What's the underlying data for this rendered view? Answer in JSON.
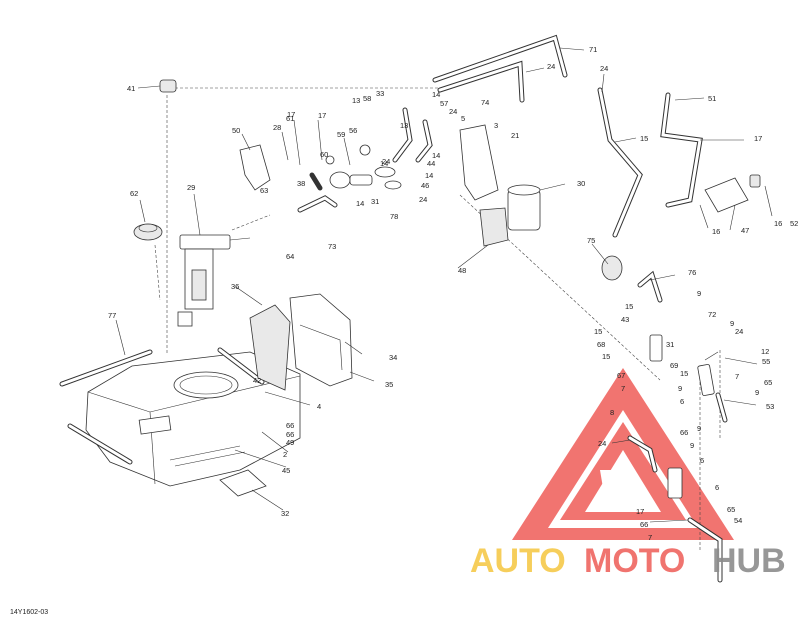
{
  "diagram_code": "14Y1602-03",
  "watermark": {
    "auto": "AUTO",
    "moto": "MOTO",
    "hub": "HUB",
    "color_yellow": "#f6c94a",
    "color_red": "#ee5c57",
    "color_gray": "#8c8c8c"
  },
  "labels": {
    "n41": "41",
    "n50": "50",
    "n28": "28",
    "n61": "61",
    "n17a": "17",
    "n17b": "17",
    "n60": "60",
    "n59": "59",
    "n56": "56",
    "n13a": "13",
    "n58": "58",
    "n33": "33",
    "n14a": "14",
    "n57": "57",
    "n13b": "13",
    "n24a": "24",
    "n5": "5",
    "n74": "74",
    "n3": "3",
    "n21": "21",
    "n71": "71",
    "n24b": "24",
    "n24c": "24",
    "n51": "51",
    "n15a": "15",
    "n17c": "17",
    "n63": "63",
    "n38": "38",
    "n24d": "24",
    "n14b": "14",
    "n44": "44",
    "n46": "46",
    "n24e": "24",
    "n30": "30",
    "n62": "62",
    "n29": "29",
    "n14c": "14",
    "n31a": "31",
    "n78": "78",
    "n14d": "14",
    "n73": "73",
    "n64": "64",
    "n14e": "14",
    "n47": "47",
    "n16a": "16",
    "n16b": "16",
    "n52": "52",
    "n48": "48",
    "n75": "75",
    "n76": "76",
    "n9a": "9",
    "n77": "77",
    "n36": "36",
    "n15b": "15",
    "n43": "43",
    "n72": "72",
    "n15c": "15",
    "n68": "68",
    "n15d": "15",
    "n31b": "31",
    "n9b": "9",
    "n24f": "24",
    "n12": "12",
    "n55": "55",
    "n34": "34",
    "n69": "69",
    "n15e": "15",
    "n7a": "7",
    "n65a": "65",
    "n67": "67",
    "n42": "42",
    "n9c": "9",
    "n35": "35",
    "n7b": "7",
    "n9d": "9",
    "n4": "4",
    "n6a": "6",
    "n53": "53",
    "n66a": "66",
    "n8": "8",
    "n9e": "9",
    "n66b": "66",
    "n49": "49",
    "n24g": "24",
    "n66c": "66",
    "n2": "2",
    "n9f": "9",
    "n6b": "6",
    "n45": "45",
    "n6c": "6",
    "n17d": "17",
    "n32": "32",
    "n65b": "65",
    "n66d": "66",
    "n54": "54",
    "n7c": "7"
  }
}
